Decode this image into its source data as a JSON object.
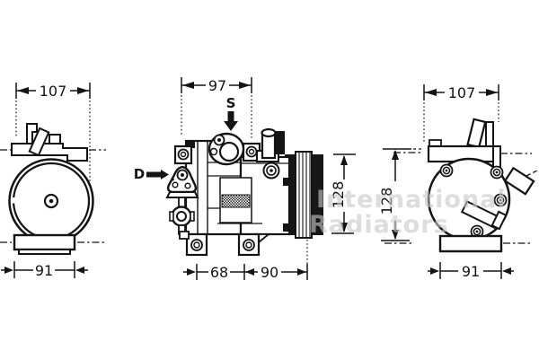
{
  "title": "A/C compressor technical drawing, three orthographic views",
  "colors": {
    "ink": "#141414",
    "watermark": "#c9c9c9",
    "paper": "#ffffff"
  },
  "labels": {
    "suction_port": "S",
    "discharge_port": "D"
  },
  "dimensions": {
    "front_view_width_top": "107",
    "front_view_width_bottom": "91",
    "side_view_length_top": "97",
    "side_view_length_mount": "68",
    "side_view_length_pulley": "90",
    "side_view_pulley_diameter": "128",
    "rear_view_width_top": "107",
    "rear_view_width_bottom": "91",
    "rear_view_height": "128"
  },
  "watermark": {
    "line1": "International",
    "line2": "Radiators"
  }
}
